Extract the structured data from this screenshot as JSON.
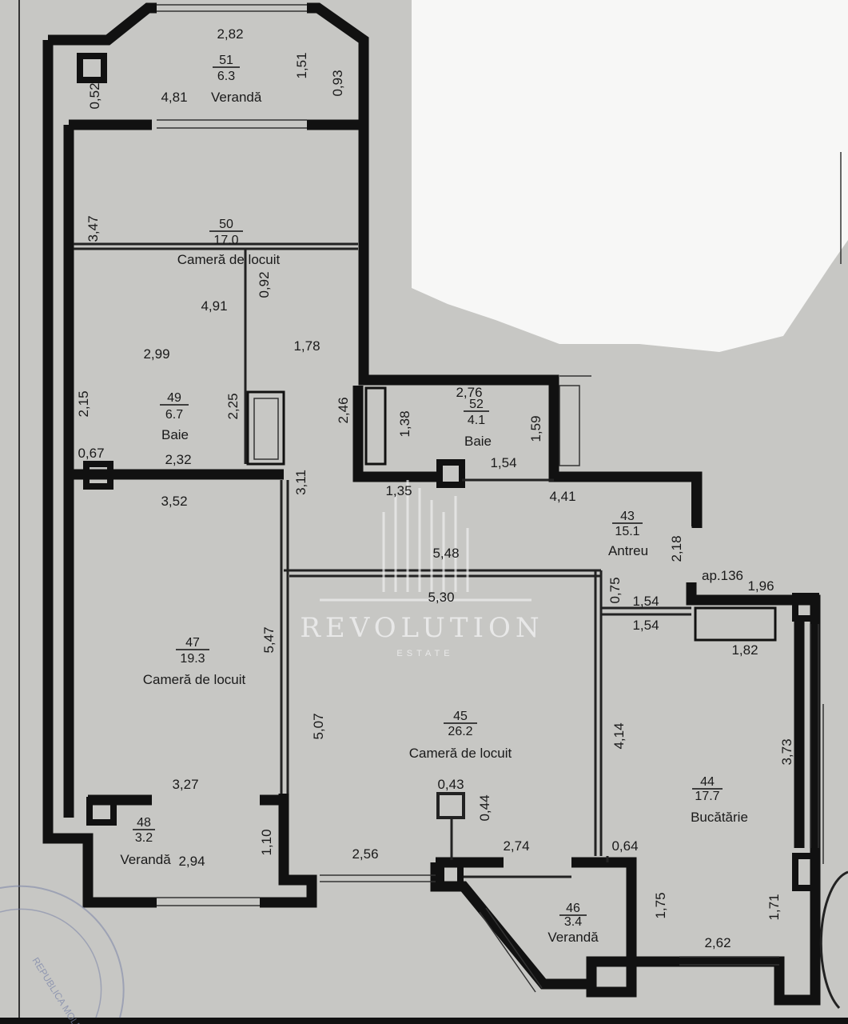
{
  "rooms": [
    {
      "id": "51",
      "area": "6.3",
      "name": "Verandă"
    },
    {
      "id": "50",
      "area": "17.0",
      "name": "Cameră de locuit"
    },
    {
      "id": "49",
      "area": "6.7",
      "name": "Baie"
    },
    {
      "id": "52",
      "area": "4.1",
      "name": "Baie"
    },
    {
      "id": "43",
      "area": "15.1",
      "name": "Antreu"
    },
    {
      "id": "47",
      "area": "19.3",
      "name": "Cameră de locuit"
    },
    {
      "id": "45",
      "area": "26.2",
      "name": "Cameră de locuit"
    },
    {
      "id": "44",
      "area": "17.7",
      "name": "Bucătărie"
    },
    {
      "id": "48",
      "area": "3.2",
      "name": "Verandă"
    },
    {
      "id": "46",
      "area": "3.4",
      "name": "Verandă"
    }
  ],
  "dims": {
    "d282": "2,82",
    "d151": "1,51",
    "d093": "0,93",
    "d052": "0,52",
    "d481": "4,81",
    "d347": "3,47",
    "d491": "4,91",
    "d299": "2,99",
    "d092": "0,92",
    "d178": "1,78",
    "d215": "2,15",
    "d225": "2,25",
    "d246": "2,46",
    "d276": "2,76",
    "d138": "1,38",
    "d159": "1,59",
    "d067": "0,67",
    "d232": "2,32",
    "d311": "3,11",
    "d135": "1,35",
    "d154a": "1,54",
    "d441": "4,41",
    "d352": "3,52",
    "d548": "5,48",
    "d218": "2,18",
    "d530": "5,30",
    "d075": "0,75",
    "d154b": "1,54",
    "d154c": "1,54",
    "d196": "1,96",
    "d547": "5,47",
    "d182": "1,82",
    "d507": "5,07",
    "d414": "4,14",
    "d373": "3,73",
    "d327": "3,27",
    "d043": "0,43",
    "d044": "0,44",
    "d110": "1,10",
    "d294": "2,94",
    "d256": "2,56",
    "d274": "2,74",
    "d064": "0,64",
    "d175": "1,75",
    "d171": "1,71",
    "d262": "2,62"
  },
  "apartment_label": "ap.136",
  "watermark": {
    "brand": "REVOLUTION",
    "sub": "ESTATE"
  },
  "stamp_text": "REPUBLICA MOLDOVA"
}
